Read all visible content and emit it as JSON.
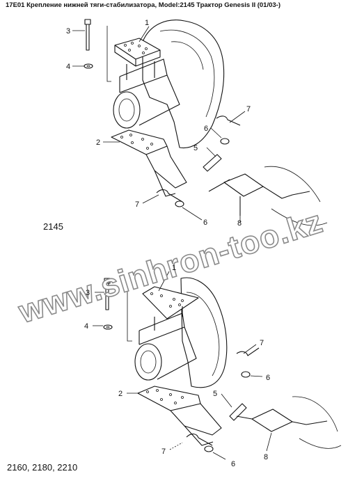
{
  "title": "17E01 Крепление нижней тяги-стабилизатора, Model:2145 Трактор Genesis II (01/03-)",
  "watermark": "www.sinhron-too.kz",
  "diagram_top": {
    "model_label": "2145",
    "callouts": [
      "1",
      "2",
      "3",
      "4",
      "5",
      "6",
      "6",
      "7",
      "7",
      "8"
    ]
  },
  "diagram_bottom": {
    "model_label": "2160, 2180, 2210",
    "callouts": [
      "1",
      "2",
      "3",
      "4",
      "5",
      "6",
      "6",
      "7",
      "7",
      "8"
    ]
  }
}
